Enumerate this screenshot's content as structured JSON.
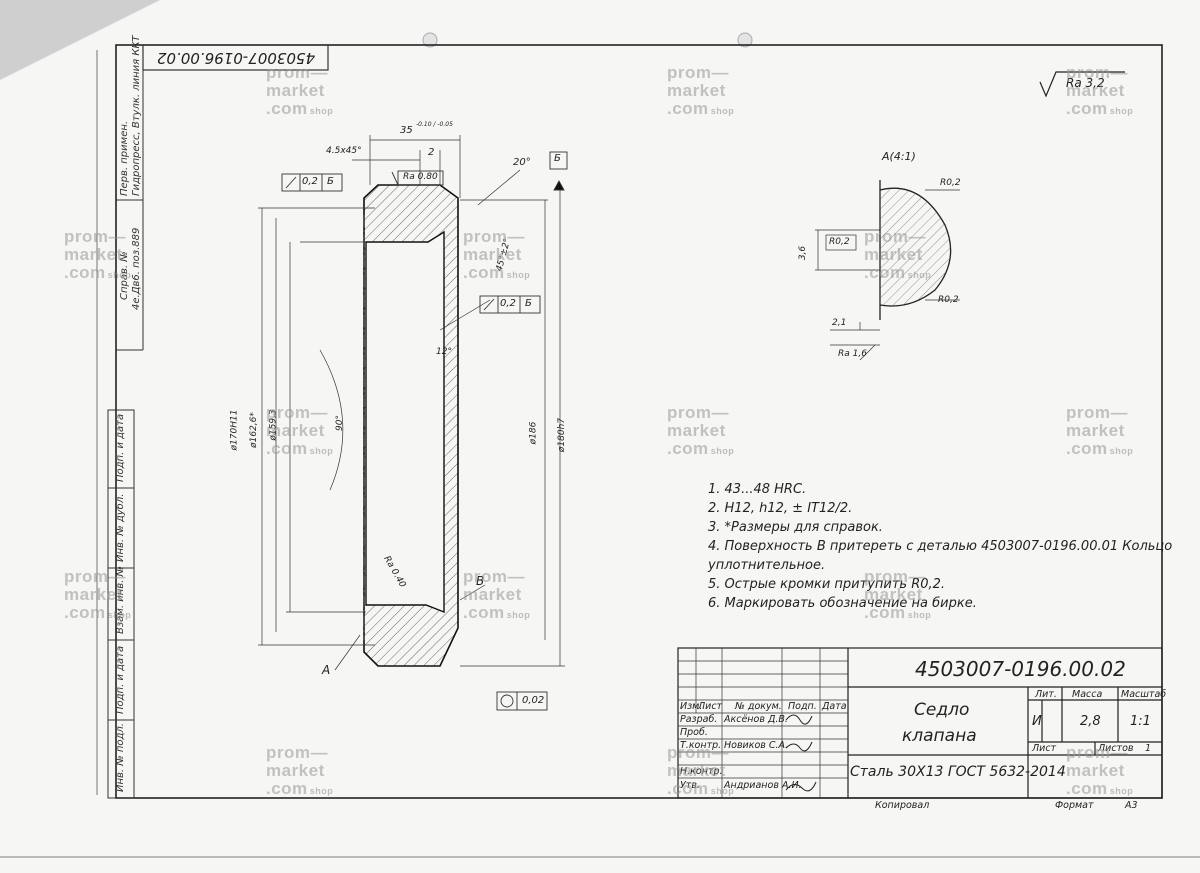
{
  "drawing": {
    "doc_number": "4503007-0196.00.02",
    "doc_number_rotated": "4503007-0196.00.02",
    "roughness_general": "Ra 3,2",
    "section_label": "A(4:1)",
    "view_a": "A",
    "view_b": "B",
    "dims": {
      "d35": "35",
      "d35_tol": "-0.10 / -0.05",
      "chamfer": "4.5x45°",
      "d2": "2",
      "ang20": "20°",
      "ang12": "12°",
      "ang90": "90°",
      "ang45": "45°±2°",
      "ra080": "Ra 0.80",
      "ra040": "Ra 0.40",
      "datum_b": "Б",
      "tol_rad_top": "0,2",
      "tol_rad_mid": "0,2",
      "tol_circ": "0,02",
      "d170": "ø170H11",
      "d162": "ø162,6*",
      "d159": "ø159,3",
      "d186": "ø186",
      "d180": "ø180h7",
      "r1": "R0,2",
      "r2": "R0,2",
      "r3": "R0,2",
      "d36": "3,6",
      "d21": "2,1",
      "ra16": "Ra 1,6"
    },
    "notes": [
      "1. 43...48 HRC.",
      "2. H12, h12, ± IT12/2.",
      "3. *Размеры для справок.",
      "4. Поверхность В притереть с деталью 4503007-0196.00.01 Кольцо",
      "уплотнительное.",
      "5. Острые кромки притупить R0,2.",
      "6. Маркировать обозначение на бирке."
    ]
  },
  "side_labels": {
    "perv_primen": "Перв. примен.",
    "perv_primen_val": "Гидропресс, Втулк. линия ККТ",
    "sprav": "Справ. №",
    "sprav_val": "4е.Дв6. поз.889",
    "podp_data_1": "Подп. и дата",
    "inv_dubl": "Инв. № дубл.",
    "vzam_inv": "Взам. инв. №",
    "podp_data_2": "Подп. и дата",
    "inv_podl": "Инв. № подл."
  },
  "title_block": {
    "doc_number": "4503007-0196.00.02",
    "name_line1": "Седло",
    "name_line2": "клапана",
    "material": "Сталь 30Х13 ГОСТ 5632-2014",
    "hdr_izm": "Изм.",
    "hdr_list": "Лист",
    "hdr_doc": "№ докум.",
    "hdr_podp": "Подп.",
    "hdr_data": "Дата",
    "role_razrab": "Разраб.",
    "role_prov": "Проб.",
    "role_tkontr": "Т.контр.",
    "role_nkontr": "Н.контр.",
    "role_utv": "Утв.",
    "name_razrab": "Аксёнов Д.В.",
    "name_tkontr": "Новиков С.А.",
    "name_utv": "Андрианов А.И.",
    "lit_label": "Лит.",
    "lit_val": "И",
    "mass_label": "Масса",
    "mass_val": "2,8",
    "scale_label": "Масштаб",
    "scale_val": "1:1",
    "sheet_label": "Лист",
    "sheets_label": "Листов",
    "sheets_val": "1",
    "copied": "Копировал",
    "format_label": "Формат",
    "format_val": "А3"
  },
  "watermark": {
    "line1": "prom—",
    "line2": "market",
    "line3": ".com",
    "shop": "shop"
  }
}
